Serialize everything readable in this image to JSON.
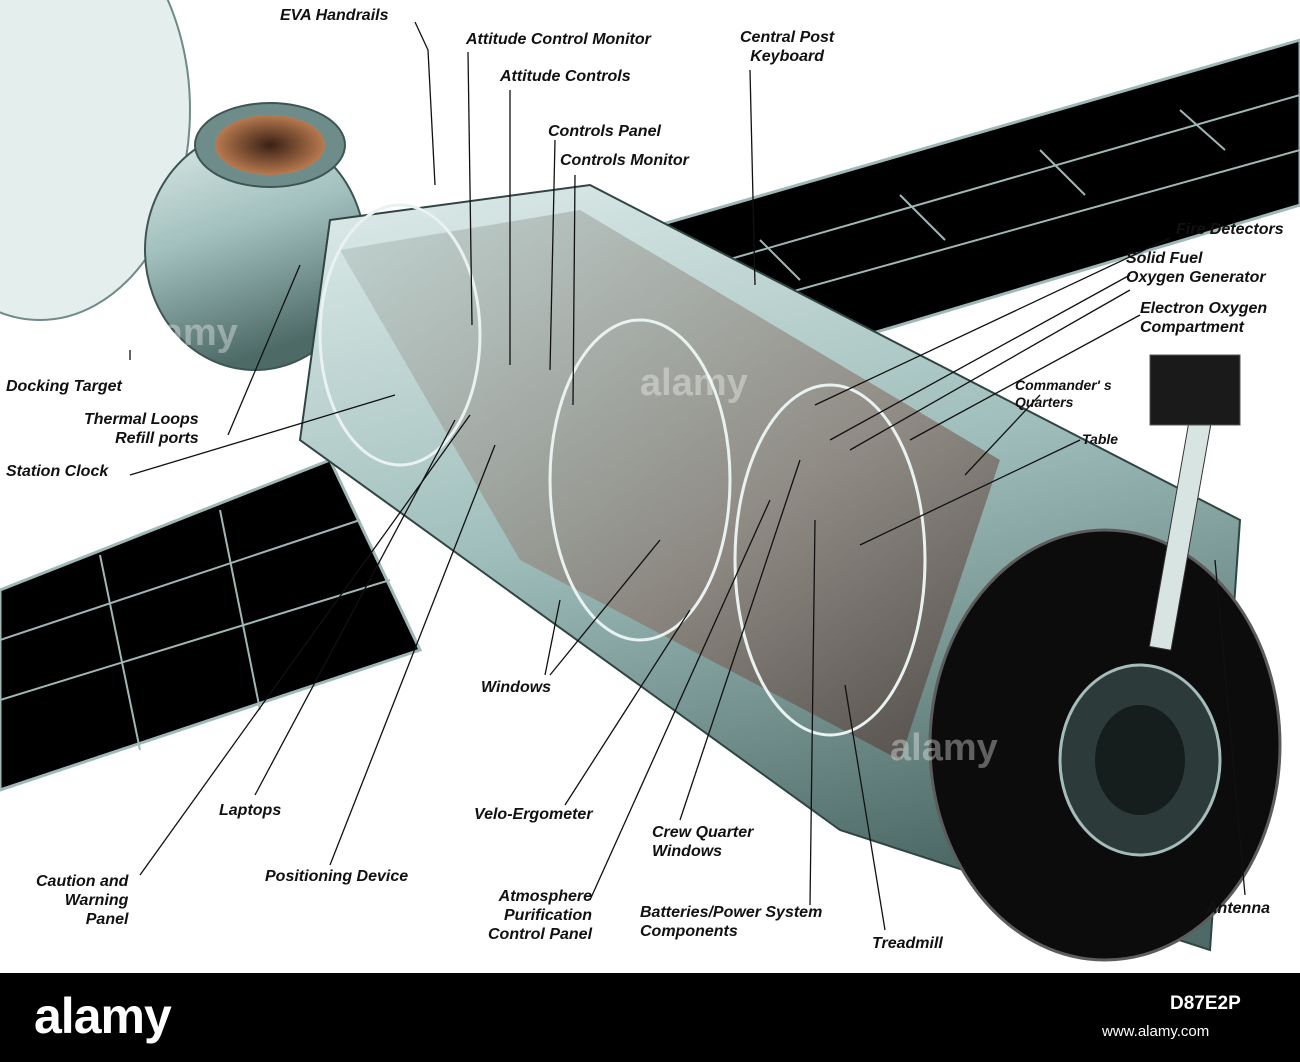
{
  "labels": [
    {
      "id": "eva-handrails",
      "text": "EVA Handrails"
    },
    {
      "id": "attitude-control-monitor",
      "text": "Attitude Control Monitor"
    },
    {
      "id": "attitude-controls",
      "text": "Attitude Controls"
    },
    {
      "id": "central-post-keyboard",
      "text": "Central Post\nKeyboard"
    },
    {
      "id": "controls-panel",
      "text": "Controls Panel"
    },
    {
      "id": "controls-monitor",
      "text": "Controls Monitor"
    },
    {
      "id": "fire-detectors",
      "text": "Fire Detectors"
    },
    {
      "id": "solid-fuel-oxygen-generator",
      "text": "Solid Fuel\nOxygen Generator"
    },
    {
      "id": "electron-oxygen-compartment",
      "text": "Electron Oxygen\nCompartment"
    },
    {
      "id": "commanders-quarters",
      "text": "Commander' s\nQuarters"
    },
    {
      "id": "table",
      "text": "Table"
    },
    {
      "id": "docking-target",
      "text": "Docking Target"
    },
    {
      "id": "thermal-loops-refill-ports",
      "text": "Thermal Loops\nRefill ports"
    },
    {
      "id": "station-clock",
      "text": "Station Clock"
    },
    {
      "id": "windows",
      "text": "Windows"
    },
    {
      "id": "laptops",
      "text": "Laptops"
    },
    {
      "id": "velo-ergometer",
      "text": "Velo-Ergometer"
    },
    {
      "id": "crew-quarter-windows",
      "text": "Crew Quarter\nWindows"
    },
    {
      "id": "caution-warning-panel",
      "text": "Caution and\nWarning\nPanel"
    },
    {
      "id": "positioning-device",
      "text": "Positioning Device"
    },
    {
      "id": "atmosphere-purification-control-panel",
      "text": "Atmosphere\nPurification\nControl Panel"
    },
    {
      "id": "batteries-power-system",
      "text": "Batteries/Power System\nComponents"
    },
    {
      "id": "treadmill",
      "text": "Treadmill"
    },
    {
      "id": "antenna",
      "text": "Antenna"
    }
  ],
  "watermark": "alamy",
  "footer": {
    "logo": "alamy",
    "image_id": "D87E2P",
    "url": "www.alamy.com"
  },
  "colors": {
    "module_light": "#c9dcda",
    "module_mid": "#8fb0ad",
    "module_dark": "#3d5553",
    "panel": "#000000",
    "panel_grid": "#9fb8b6",
    "interior": "#7a6a62"
  }
}
